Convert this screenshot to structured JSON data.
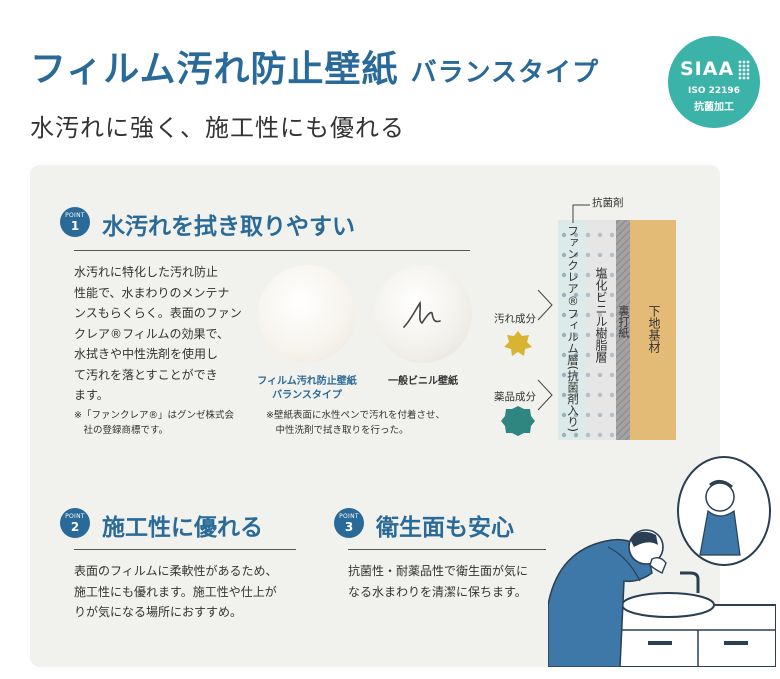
{
  "header": {
    "title": "フィルム汚れ防止壁紙",
    "title_sub": "バランスタイプ",
    "subtitle": "水汚れに強く、施工性にも優れる"
  },
  "siaa": {
    "mark": "SIAA",
    "iso": "ISO 22196",
    "label": "抗菌加工"
  },
  "point1": {
    "badge_word": "POINT",
    "badge_num": "1",
    "heading": "水汚れを拭き取りやすい",
    "body_lines": [
      "水汚れに特化した汚れ防止",
      "性能で、水まわりのメンテナ",
      "ンスもらくらく。表面のファン",
      "クレア®フィルムの効果で、",
      "水拭きや中性洗剤を使用し",
      "て汚れを落とすことができ",
      "ます。"
    ],
    "footnote_lines": [
      "※「ファンクレア®」はグンゼ株式会",
      "　社の登録商標です。"
    ],
    "sample1_caption_lines": [
      "フィルム汚れ防止壁紙",
      "バランスタイプ"
    ],
    "sample2_caption": "一般ビニル壁紙",
    "test_note_lines": [
      "※壁紙表面に水性ペンで汚れを付着させ、",
      "　中性洗剤で拭き取りを行った。"
    ]
  },
  "diagram": {
    "antibacterial": "抗菌剤",
    "dirt": "汚れ成分",
    "chemical": "薬品成分",
    "layer_film": "ファンクレア®フィルム層(抗菌剤入り)",
    "layer_vinyl": "塩化ビニル樹脂層",
    "layer_paper": "裏打紙",
    "layer_base": "下地基材",
    "colors": {
      "film": "#dcebe9",
      "vinyl": "#e6e6e6",
      "paper": "#9e9e9e",
      "base": "#e3bb77",
      "dirt": "#d8b432",
      "chemical": "#2f8580"
    }
  },
  "point2": {
    "badge_word": "POINT",
    "badge_num": "2",
    "heading": "施工性に優れる",
    "body_lines": [
      "表面のフィルムに柔軟性があるため、",
      "施工性にも優れます。施工性や仕上が",
      "りが気になる場所におすすめ。"
    ]
  },
  "point3": {
    "badge_word": "POINT",
    "badge_num": "3",
    "heading": "衛生面も安心",
    "body_lines": [
      "抗菌性・耐薬品性で衛生面が気に",
      "なる水まわりを清潔に保ちます。"
    ]
  }
}
